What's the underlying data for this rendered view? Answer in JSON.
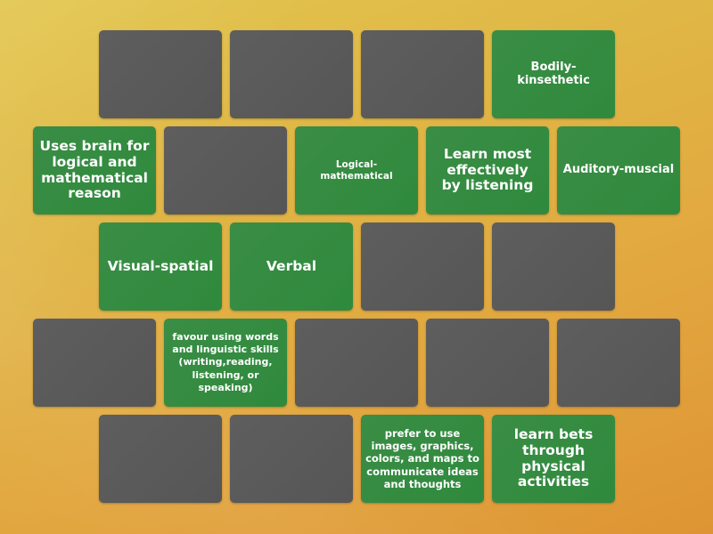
{
  "game": {
    "type": "match-up / open-the-box",
    "colors": {
      "background_top": "#e2c64e",
      "background_bottom": "#de9434",
      "hidden_tile": "#5a5a5a",
      "revealed_tile": "#348b41",
      "text": "#ffffff"
    },
    "rows": [
      {
        "tiles": [
          {
            "state": "hidden",
            "text": ""
          },
          {
            "state": "hidden",
            "text": ""
          },
          {
            "state": "hidden",
            "text": ""
          },
          {
            "state": "revealed",
            "text": "Bodily-kinsethetic"
          }
        ]
      },
      {
        "tiles": [
          {
            "state": "revealed",
            "text": "Uses brain for logical and mathematical reason"
          },
          {
            "state": "hidden",
            "text": ""
          },
          {
            "state": "revealed",
            "text": "Logical-mathematical"
          },
          {
            "state": "revealed",
            "text": "Learn most effectively by listening"
          },
          {
            "state": "revealed",
            "text": "Auditory-muscial"
          }
        ]
      },
      {
        "tiles": [
          {
            "state": "revealed",
            "text": "Visual-spatial"
          },
          {
            "state": "revealed",
            "text": "Verbal"
          },
          {
            "state": "hidden",
            "text": ""
          },
          {
            "state": "hidden",
            "text": ""
          }
        ]
      },
      {
        "tiles": [
          {
            "state": "hidden",
            "text": ""
          },
          {
            "state": "revealed",
            "text": "favour using words and linguistic skills (writing,reading, listening, or speaking)"
          },
          {
            "state": "hidden",
            "text": ""
          },
          {
            "state": "hidden",
            "text": ""
          },
          {
            "state": "hidden",
            "text": ""
          }
        ]
      },
      {
        "tiles": [
          {
            "state": "hidden",
            "text": ""
          },
          {
            "state": "hidden",
            "text": ""
          },
          {
            "state": "revealed",
            "text": "prefer to use images, graphics, colors, and maps to communicate ideas and thoughts"
          },
          {
            "state": "revealed",
            "text": "learn bets through physical activities"
          }
        ]
      }
    ]
  }
}
